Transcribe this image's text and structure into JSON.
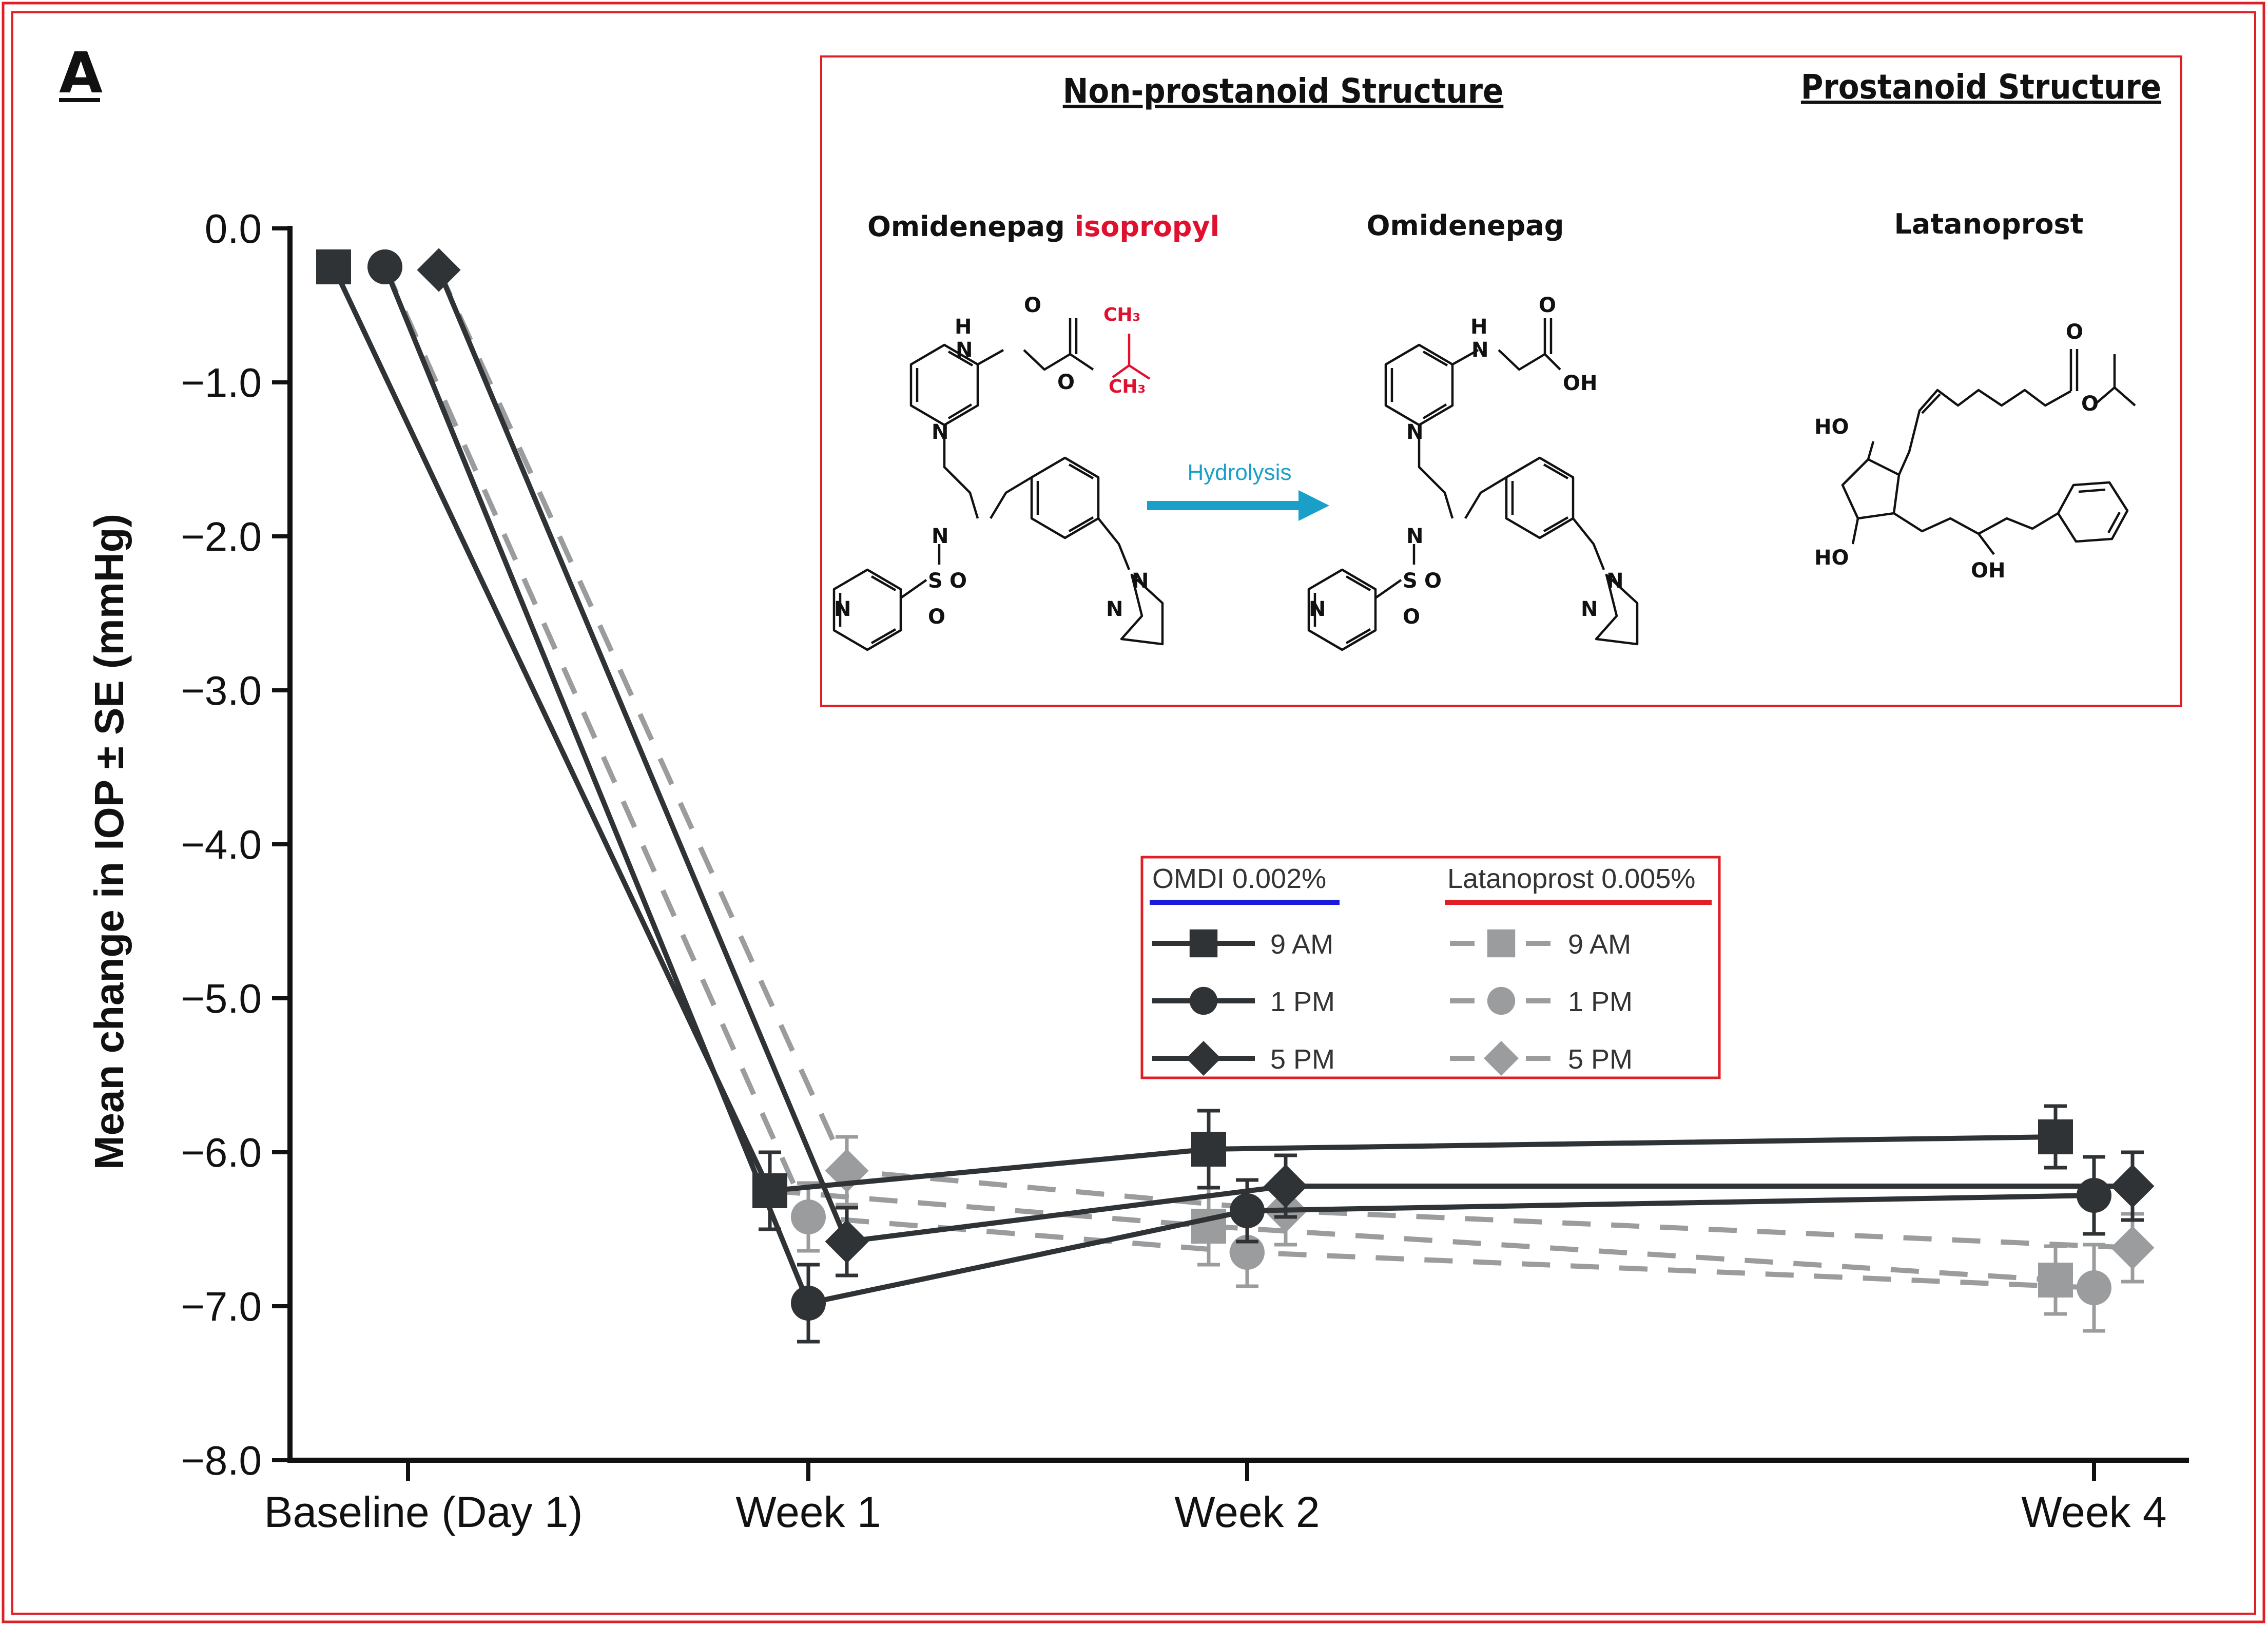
{
  "panel_letter": "A",
  "inset": {
    "left_heading": "Non-prostanoid Structure",
    "right_heading": "Prostanoid Structure",
    "mol1_name": "Omidenepag ",
    "mol1_name_suffix": "isopropyl",
    "mol2_name": "Omidenepag",
    "mol3_name": "Latanoprost",
    "reaction_label": "Hydrolysis",
    "atoms": {
      "H": "H",
      "N": "N",
      "O": "O",
      "S": "S",
      "OH": "OH",
      "HO": "HO",
      "CH3": "CH₃"
    },
    "colors": {
      "isopropyl": "#e0102f",
      "hydrolysis_arrow": "#1aa0c8"
    }
  },
  "legend": {
    "group1": "OMDI 0.002%",
    "group2": "Latanoprost 0.005%",
    "group1_underline_color": "#1a1adb",
    "group2_underline_color": "#e01e25",
    "items": [
      "9 AM",
      "1 PM",
      "5 PM"
    ]
  },
  "chart_data": {
    "type": "line",
    "title": "",
    "xlabel": "",
    "ylabel": "Mean change in IOP ± SE (mmHg)",
    "categories": [
      "Baseline (Day 1)",
      "Week 1",
      "Week 2",
      "Week 4"
    ],
    "ylim": [
      -8.0,
      0.0
    ],
    "yticks": [
      "0.0",
      "−1.0",
      "−2.0",
      "−3.0",
      "−4.0",
      "−5.0",
      "−6.0",
      "−7.0",
      "−8.0"
    ],
    "grid": false,
    "legend_position": "center-right",
    "series": [
      {
        "name": "OMDI 0.002% 9 AM",
        "marker": "square",
        "style": "solid",
        "color": "#2f3335",
        "values": [
          -0.25,
          -6.25,
          -5.98,
          -5.9
        ],
        "se": [
          0,
          0.25,
          0.25,
          0.2
        ]
      },
      {
        "name": "OMDI 0.002% 1 PM",
        "marker": "circle",
        "style": "solid",
        "color": "#2f3335",
        "values": [
          -0.25,
          -6.98,
          -6.38,
          -6.28
        ],
        "se": [
          0,
          0.25,
          0.2,
          0.25
        ]
      },
      {
        "name": "OMDI 0.002% 5 PM",
        "marker": "diamond",
        "style": "solid",
        "color": "#2f3335",
        "values": [
          -0.27,
          -6.58,
          -6.22,
          -6.22
        ],
        "se": [
          0,
          0.22,
          0.2,
          0.22
        ]
      },
      {
        "name": "Latanoprost 0.005% 9 AM",
        "marker": "square",
        "style": "dashed",
        "color": "#9a9c9d",
        "values": [
          -0.25,
          -6.25,
          -6.48,
          -6.83
        ],
        "se": [
          0,
          0.25,
          0.25,
          0.22
        ]
      },
      {
        "name": "Latanoprost 0.005% 1 PM",
        "marker": "circle",
        "style": "dashed",
        "color": "#9a9c9d",
        "values": [
          -0.25,
          -6.42,
          -6.65,
          -6.88
        ],
        "se": [
          0,
          0.22,
          0.22,
          0.28
        ]
      },
      {
        "name": "Latanoprost 0.005% 5 PM",
        "marker": "diamond",
        "style": "dashed",
        "color": "#9a9c9d",
        "values": [
          -0.27,
          -6.12,
          -6.38,
          -6.62
        ],
        "se": [
          0,
          0.22,
          0.22,
          0.22
        ]
      }
    ]
  }
}
